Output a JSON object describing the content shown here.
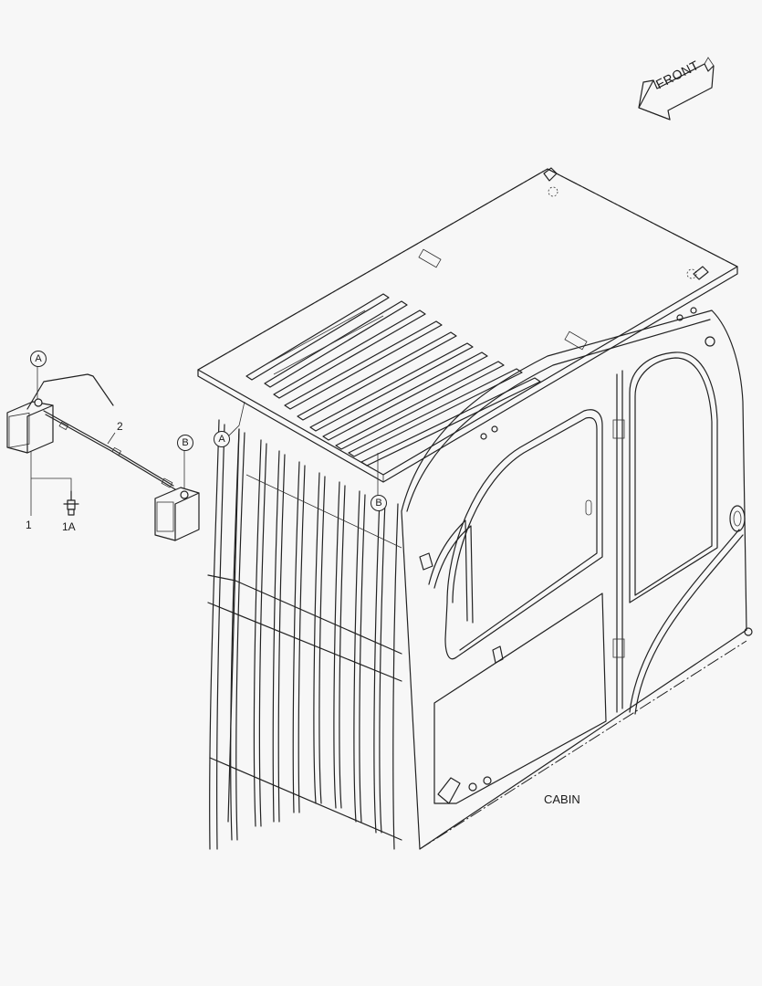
{
  "diagram": {
    "title_label": "CABIN",
    "direction_arrow": {
      "label": "FRONT",
      "icon": "arrow-left-icon"
    },
    "callouts": [
      {
        "id": "A",
        "label": "A",
        "position": "work-lamp-left"
      },
      {
        "id": "B",
        "label": "B",
        "position": "work-lamp-right"
      },
      {
        "id": "A2",
        "label": "A",
        "position": "cabin-roof-front-left"
      },
      {
        "id": "B2",
        "label": "B",
        "position": "cabin-roof-front-center"
      }
    ],
    "part_numbers": [
      {
        "id": "1",
        "label": "1",
        "description": "work lamp"
      },
      {
        "id": "1A",
        "label": "1A",
        "description": "bulb"
      },
      {
        "id": "2",
        "label": "2",
        "description": "wire harness"
      }
    ]
  }
}
